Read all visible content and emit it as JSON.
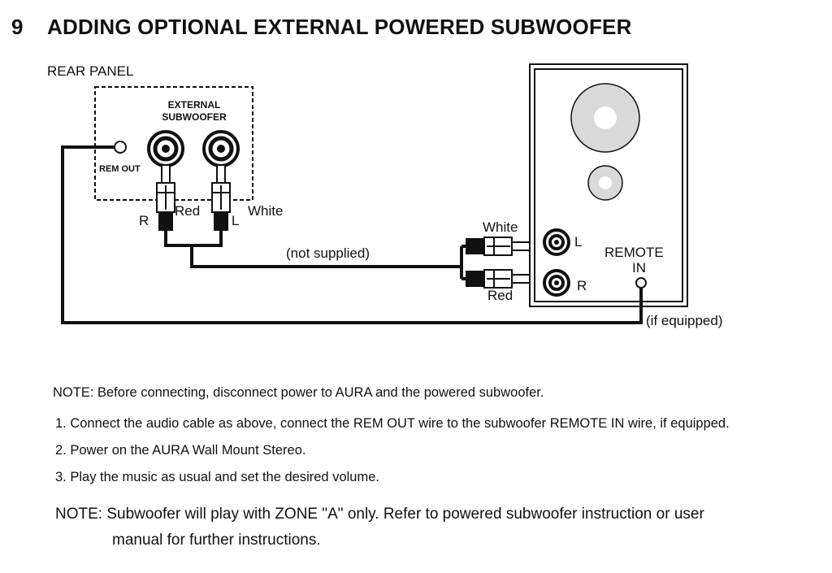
{
  "section": {
    "number": "9",
    "title": "ADDING OPTIONAL EXTERNAL POWERED SUBWOOFER"
  },
  "diagram": {
    "rear_panel_label": "REAR PANEL",
    "external_label_line1": "EXTERNAL",
    "external_label_line2": "SUBWOOFER",
    "rem_out_label": "REM OUT",
    "plug_left_R": "R",
    "plug_left_red": "Red",
    "plug_left_L": "L",
    "plug_left_white": "White",
    "cable_label": "(not supplied)",
    "sub_white": "White",
    "sub_red": "Red",
    "sub_L": "L",
    "sub_R": "R",
    "remote_in_line1": "REMOTE",
    "remote_in_line2": "IN",
    "if_equipped": "(if equipped)"
  },
  "notes": {
    "note1": "NOTE: Before connecting, disconnect power to AURA and the powered subwoofer.",
    "step1": "1. Connect the audio cable as above, connect the REM OUT wire to the subwoofer REMOTE IN wire, if equipped.",
    "step2": "2. Power on the AURA Wall Mount Stereo.",
    "step3": "3. Play the music as usual and set the desired volume.",
    "note2_line1": "NOTE: Subwoofer will play with ZONE \"A\" only.  Refer to powered subwoofer instruction or user",
    "note2_line2": "manual for further instructions."
  },
  "colors": {
    "line": "#111111",
    "speaker_fill": "#d9d9d9"
  }
}
